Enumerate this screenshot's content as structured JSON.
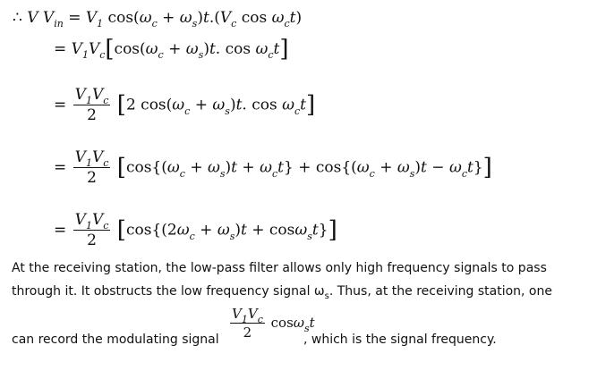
{
  "lines": [
    "∴ V V_in = V1 cos(ωc + ωs)t.(Vc cos ωct)",
    "= V1Vc[cos(ωc + ωs)t. cos ωct]",
    "= V1Vc/2 [2cos(ωc + ωs)t. cos ωct]",
    "= V1Vc/2 [cos{(ωc + ωs)t + ωct} + cos{(ωc + ωs)t − ωct}]",
    "= V1Vc/2 [cos{(2ωc + ωs)t + cos ωst}]"
  ],
  "paragraph": {
    "line1": "At the receiving station, the low-pass filter allows only high frequency signals to pass",
    "line2_before": "through it. It obstructs the low frequency signal ω",
    "line2_sub": "s",
    "line2_after": ". Thus, at the receiving station, one",
    "line3_before": "can record the modulating signal",
    "line3_after": ", which is the signal frequency."
  }
}
